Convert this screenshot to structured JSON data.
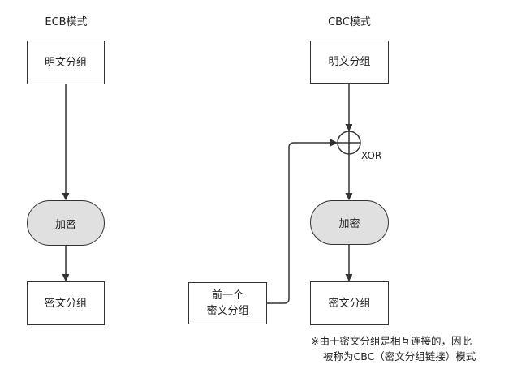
{
  "ecb": {
    "title": "ECB模式",
    "plaintext": "明文分组",
    "encrypt": "加密",
    "ciphertext": "密文分组"
  },
  "cbc": {
    "title": "CBC模式",
    "plaintext": "明文分组",
    "xor_label": "XOR",
    "encrypt": "加密",
    "ciphertext": "密文分组",
    "prev_cipher_line1": "前一个",
    "prev_cipher_line2": "密文分组"
  },
  "note": {
    "line1": "※由于密文分组是相互连接的，因此",
    "line2": "被称为CBC（密文分组链接）模式"
  },
  "colors": {
    "stroke": "#333333",
    "encrypt_fill": "#e0e0e0",
    "background": "#ffffff"
  }
}
